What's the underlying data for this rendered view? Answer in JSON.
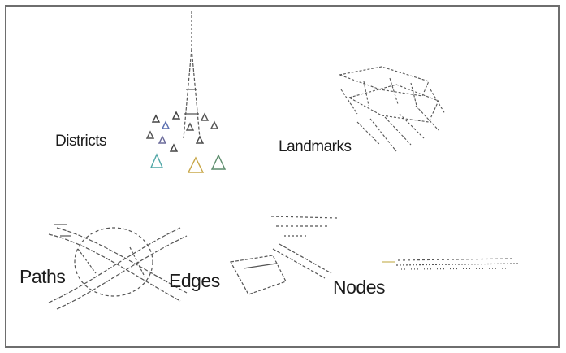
{
  "labels": {
    "districts": "Districts",
    "landmarks": "Landmarks",
    "paths": "Paths",
    "edges": "Edges",
    "nodes": "Nodes"
  },
  "colors": {
    "frame": "#6e6e6e",
    "ink": "#1c1c1c",
    "line_purple": "#8a74c4",
    "line_teal": "#5ccbc0",
    "line_gold": "#c9b45a",
    "sketch": "#555555"
  },
  "icons": [
    "tower-sketch",
    "triangles-sketch",
    "city-block-sketch",
    "interchange-sketch",
    "road-edge-sketch",
    "node-strip-sketch"
  ]
}
